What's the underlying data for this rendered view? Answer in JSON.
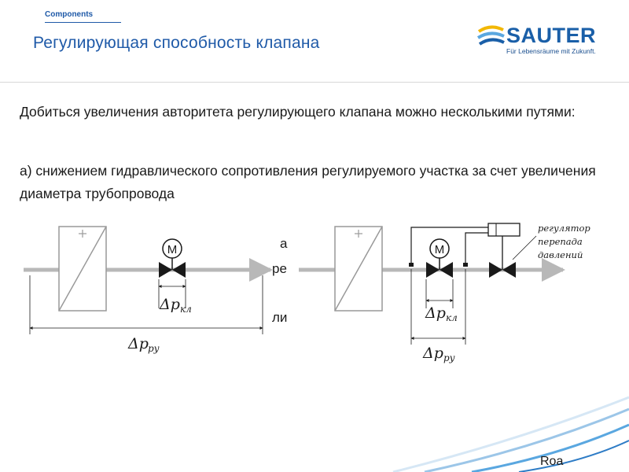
{
  "header": {
    "section_label": "Components",
    "title": "Регулирующая способность клапана"
  },
  "logo": {
    "brand": "SAUTER",
    "tagline": "Für Lebensräume mit Zukunft."
  },
  "body": {
    "paragraph_1": "Добиться увеличения авторитета регулирующего клапана можно несколькими путями:",
    "paragraph_2": "а) снижением гидравлического сопротивления регулируемого участка за счет увеличения диаметра трубопровода"
  },
  "occluded_fragments": {
    "f1": "а",
    "f2": "ре",
    "f3": "ли"
  },
  "diagram_left": {
    "valve_drop_delta": "Δp",
    "valve_drop_sub": "кл",
    "section_drop_delta": "Δp",
    "section_drop_sub": "ру"
  },
  "diagram_right": {
    "valve_drop_delta": "Δp",
    "valve_drop_sub": "кл",
    "section_drop_delta": "Δp",
    "section_drop_sub": "ру",
    "regulator_line1": "регулятор",
    "regulator_line2": "перепада",
    "regulator_line3": "давлений"
  },
  "footer": {
    "code": "Roa"
  },
  "colors": {
    "title_blue": "#1f5aa8",
    "pipe_gray": "#b8b8b8",
    "ink": "#1a1a1a"
  }
}
